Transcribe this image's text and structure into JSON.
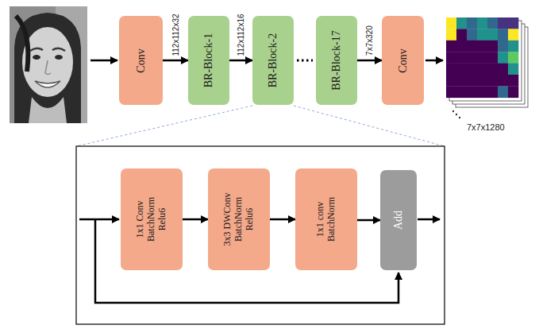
{
  "diagram": {
    "nodes": [
      {
        "text": [
          "Conv"
        ]
      },
      {
        "text": [
          "BR-Block-1"
        ]
      },
      {
        "text": [
          "BR-Block-2"
        ]
      },
      {
        "text": [
          "BR-Block-17"
        ]
      },
      {
        "text": [
          "Conv"
        ]
      },
      {
        "text": [
          "1x1 Conv",
          "BatchNorm",
          "Relu6"
        ]
      },
      {
        "text": [
          "3x3 DWConv",
          "BatchNorm",
          "Relu6"
        ]
      },
      {
        "text": [
          "1x1 conv",
          "BatchNorm"
        ]
      },
      {
        "text": [
          "Add"
        ]
      }
    ],
    "edges": [
      {
        "from": 0,
        "to": 1,
        "arrow": "to",
        "label": "112x112x32"
      },
      {
        "from": 1,
        "to": 2,
        "arrow": "to",
        "label": "112x112x16"
      },
      {
        "from": 2,
        "to": 3,
        "arrow": "none"
      },
      {
        "from": 3,
        "to": 4,
        "arrow": "to",
        "label": "7x7x320"
      },
      {
        "from": 5,
        "to": 6,
        "arrow": "to"
      },
      {
        "from": 6,
        "to": 7,
        "arrow": "to"
      },
      {
        "from": 7,
        "to": 8,
        "arrow": "to"
      }
    ],
    "labels": [
      "7x7x1280"
    ]
  }
}
